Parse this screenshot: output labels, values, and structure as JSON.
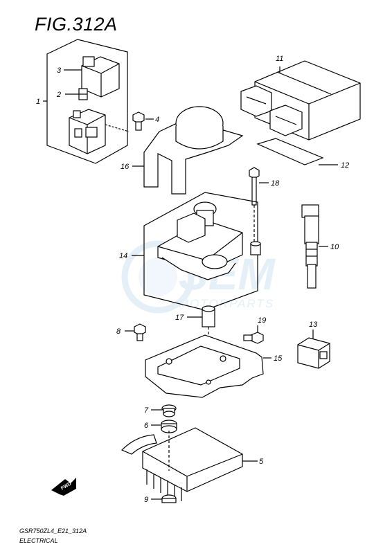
{
  "figure": {
    "title": "FIG.312A",
    "model_code": "GSR750ZL4_E21_312A",
    "section_name": "ELECTRICAL"
  },
  "watermark": {
    "brand": "SEM",
    "subtitle": "MOTORPARTS",
    "color": "#cfe3f3"
  },
  "fwd_arrow": {
    "label": "FWD"
  },
  "callouts": [
    "1",
    "2",
    "3",
    "4",
    "5",
    "6",
    "7",
    "8",
    "9",
    "10",
    "11",
    "12",
    "13",
    "14",
    "15",
    "16",
    "17",
    "18",
    "19"
  ],
  "colors": {
    "line": "#000000",
    "background": "#ffffff"
  }
}
